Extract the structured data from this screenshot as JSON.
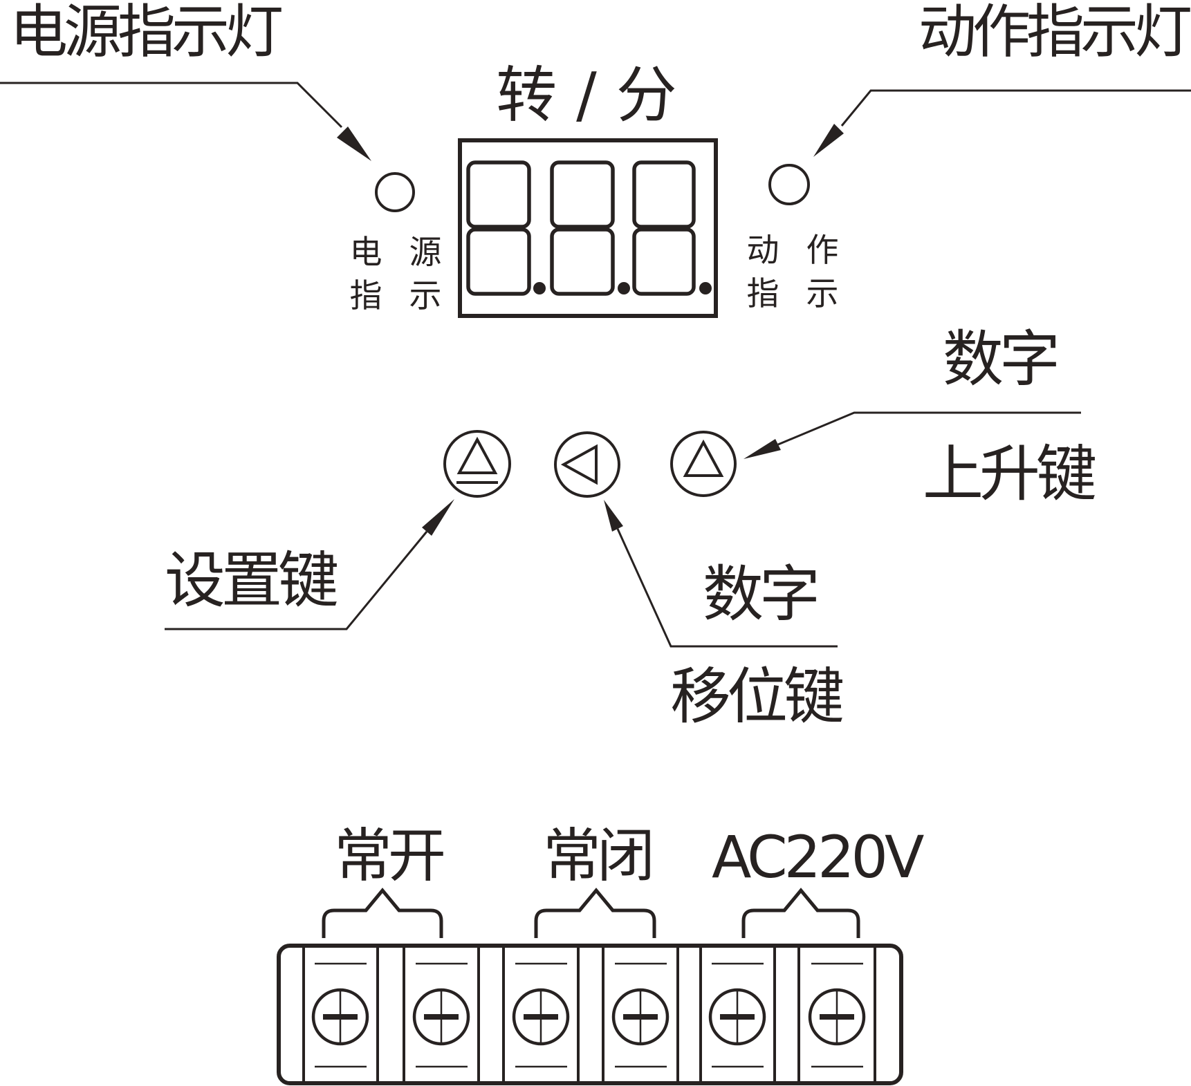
{
  "indicators": {
    "power": {
      "callout": "电源指示灯",
      "label_line1": "电 源",
      "label_line2": "指 示"
    },
    "action": {
      "callout": "动作指示灯",
      "label_line1": "动 作",
      "label_line2": "指 示"
    }
  },
  "display": {
    "unit": "转 / 分"
  },
  "buttons": {
    "set": {
      "callout": "设置键"
    },
    "digit_up": {
      "callout_line1": "数字",
      "callout_line2": "上升键"
    },
    "digit_shift": {
      "callout_line1": "数字",
      "callout_line2": "移位键"
    }
  },
  "terminals": {
    "normally_open": "常开",
    "normally_closed": "常闭",
    "ac_power": "AC220V"
  },
  "colors": {
    "ink": "#272221",
    "background": "#ffffff"
  }
}
